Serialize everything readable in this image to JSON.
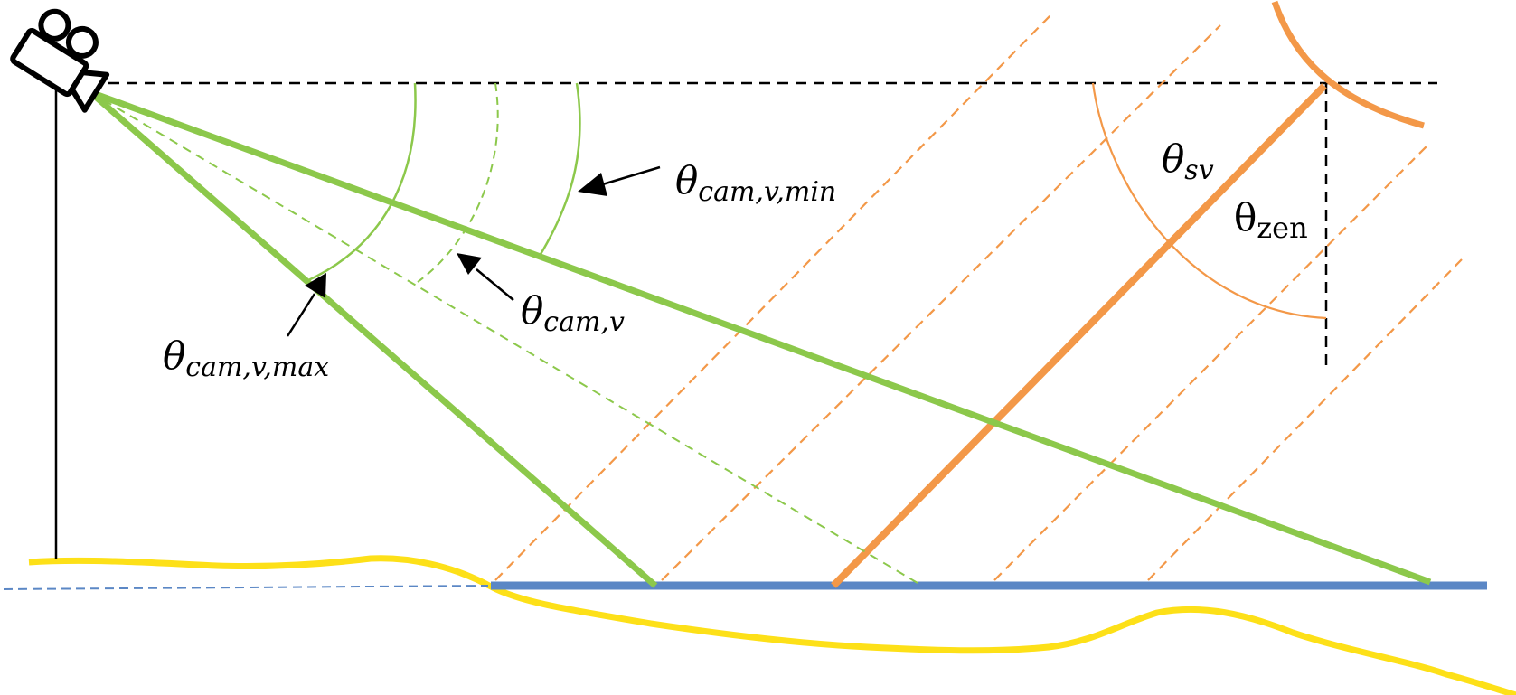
{
  "colors": {
    "green": "#8cc84b",
    "orange": "#f39848",
    "blue": "#5b87c5",
    "yellow": "#fde018",
    "black": "#000000"
  },
  "icons": {
    "camera": "video-camera-icon"
  },
  "labels": {
    "theta_cam_v_min": {
      "symbol": "θ",
      "sub": "cam,v,min"
    },
    "theta_cam_v": {
      "symbol": "θ",
      "sub": "cam,v"
    },
    "theta_cam_v_max": {
      "symbol": "θ",
      "sub": "cam,v,max"
    },
    "theta_sv": {
      "symbol": "θ",
      "sub": "sv"
    },
    "theta_zen": {
      "symbol": "θ",
      "sub": "zen"
    }
  }
}
